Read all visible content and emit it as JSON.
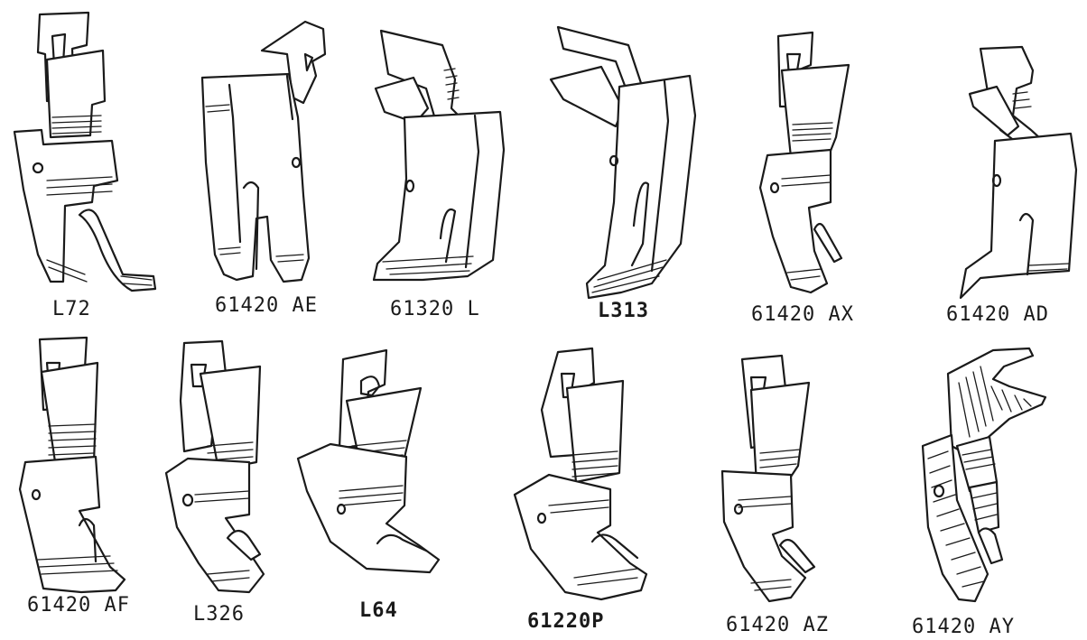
{
  "catalog": {
    "row1": [
      {
        "label": "L72",
        "icon": "presser-foot-icon"
      },
      {
        "label": "61420 AE",
        "icon": "presser-foot-icon"
      },
      {
        "label": "61320 L",
        "icon": "presser-foot-icon"
      },
      {
        "label": "L313",
        "icon": "presser-foot-icon"
      },
      {
        "label": "61420 AX",
        "icon": "presser-foot-icon"
      },
      {
        "label": "61420 AD",
        "icon": "presser-foot-icon"
      }
    ],
    "row2": [
      {
        "label": "61420 AF",
        "icon": "presser-foot-icon"
      },
      {
        "label": "L326",
        "icon": "presser-foot-icon"
      },
      {
        "label": "L64",
        "icon": "presser-foot-icon"
      },
      {
        "label": "61220P",
        "icon": "presser-foot-icon"
      },
      {
        "label": "61420 AZ",
        "icon": "presser-foot-icon"
      },
      {
        "label": "61420 AY",
        "icon": "presser-foot-icon"
      }
    ]
  }
}
